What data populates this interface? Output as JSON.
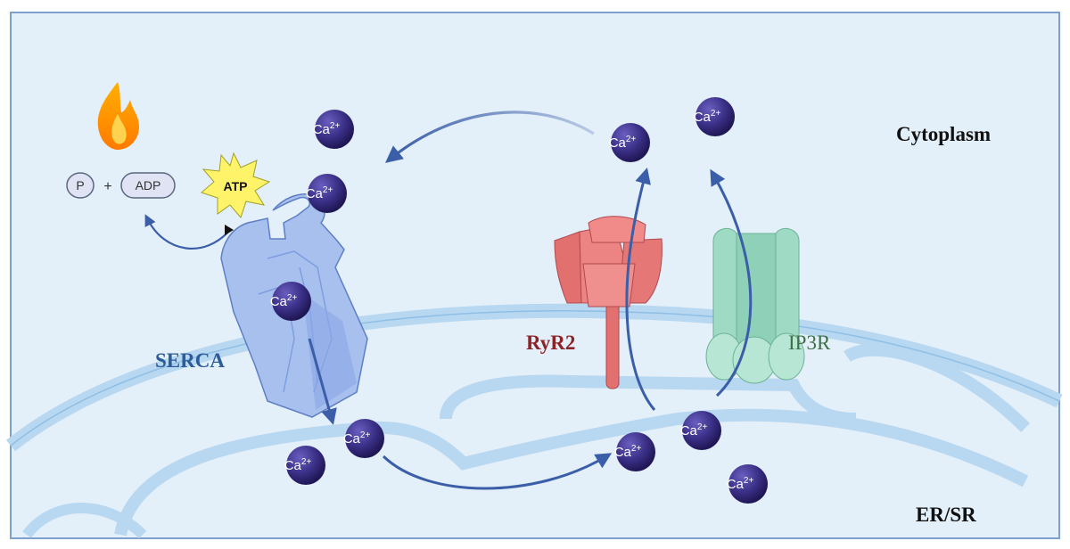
{
  "labels": {
    "cytoplasm": "Cytoplasm",
    "er_sr": "ER/SR",
    "serca": "SERCA",
    "ryr2": "RyR2",
    "ip3r": "IP3R",
    "atp": "ATP",
    "phosphate": "P",
    "plus": "+",
    "adp": "ADP"
  },
  "ion": {
    "symbol": "Ca",
    "charge": "2+"
  },
  "colors": {
    "cytoplasm_bg": "#e3eff9",
    "membrane": "#b8d7f0",
    "membrane_edge": "#8fbfe6",
    "serca": "#9ab8ec",
    "ryr2": "#e2706f",
    "ip3r": "#8fd0b8",
    "ion": "#3a2f86",
    "arrow": "#3b5ea8",
    "serca_label": "#2c5d9a",
    "ryr2_label": "#8b2329",
    "ip3r_label": "#3f6e47",
    "atp_burst": "#fff36a"
  }
}
